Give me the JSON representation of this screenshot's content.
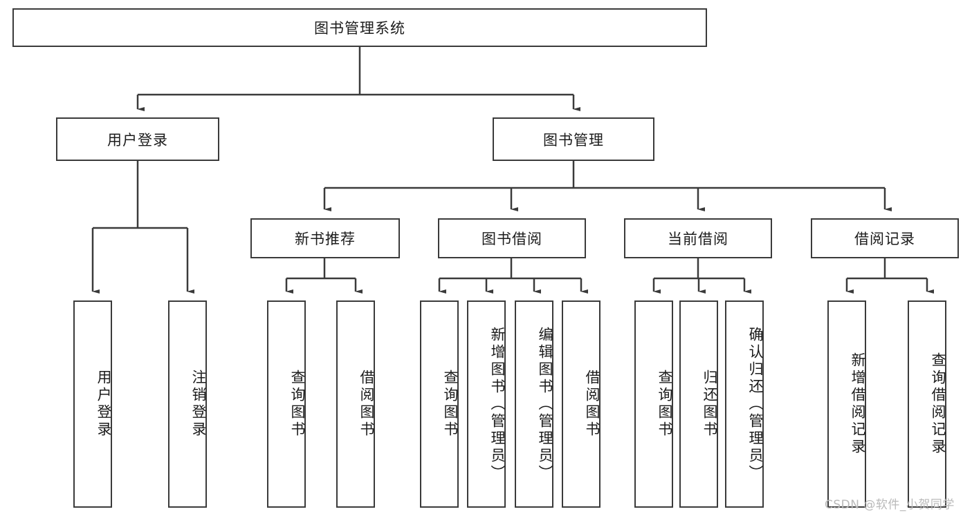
{
  "diagram": {
    "title": "图书管理系统",
    "type": "tree-hierarchy-diagram",
    "root": {
      "label": "图书管理系统"
    },
    "level2": [
      {
        "label": "用户登录"
      },
      {
        "label": "图书管理"
      }
    ],
    "level3": [
      {
        "label": "新书推荐"
      },
      {
        "label": "图书借阅"
      },
      {
        "label": "当前借阅"
      },
      {
        "label": "借阅记录"
      }
    ],
    "leaves": {
      "user_login": [
        {
          "label": "用户登录"
        },
        {
          "label": "注销登录"
        }
      ],
      "new_book_recommend": [
        {
          "label": "查询图书"
        },
        {
          "label": "借阅图书"
        }
      ],
      "book_borrow": [
        {
          "label": "查询图书"
        },
        {
          "label": "新增图书（管理员）"
        },
        {
          "label": "编辑图书（管理员）"
        },
        {
          "label": "借阅图书"
        }
      ],
      "current_borrow": [
        {
          "label": "查询图书"
        },
        {
          "label": "归还图书"
        },
        {
          "label": "确认归还（管理员）"
        }
      ],
      "borrow_record": [
        {
          "label": "新增借阅记录"
        },
        {
          "label": "查询借阅记录"
        }
      ]
    }
  },
  "watermark": {
    "text": "CSDN @软件_小贺同学"
  },
  "colors": {
    "box_border": "#3a3a3a",
    "connector": "#3a3a3a",
    "background": "#ffffff",
    "text": "#1b1b1b",
    "watermark": "#b9b9b9"
  }
}
